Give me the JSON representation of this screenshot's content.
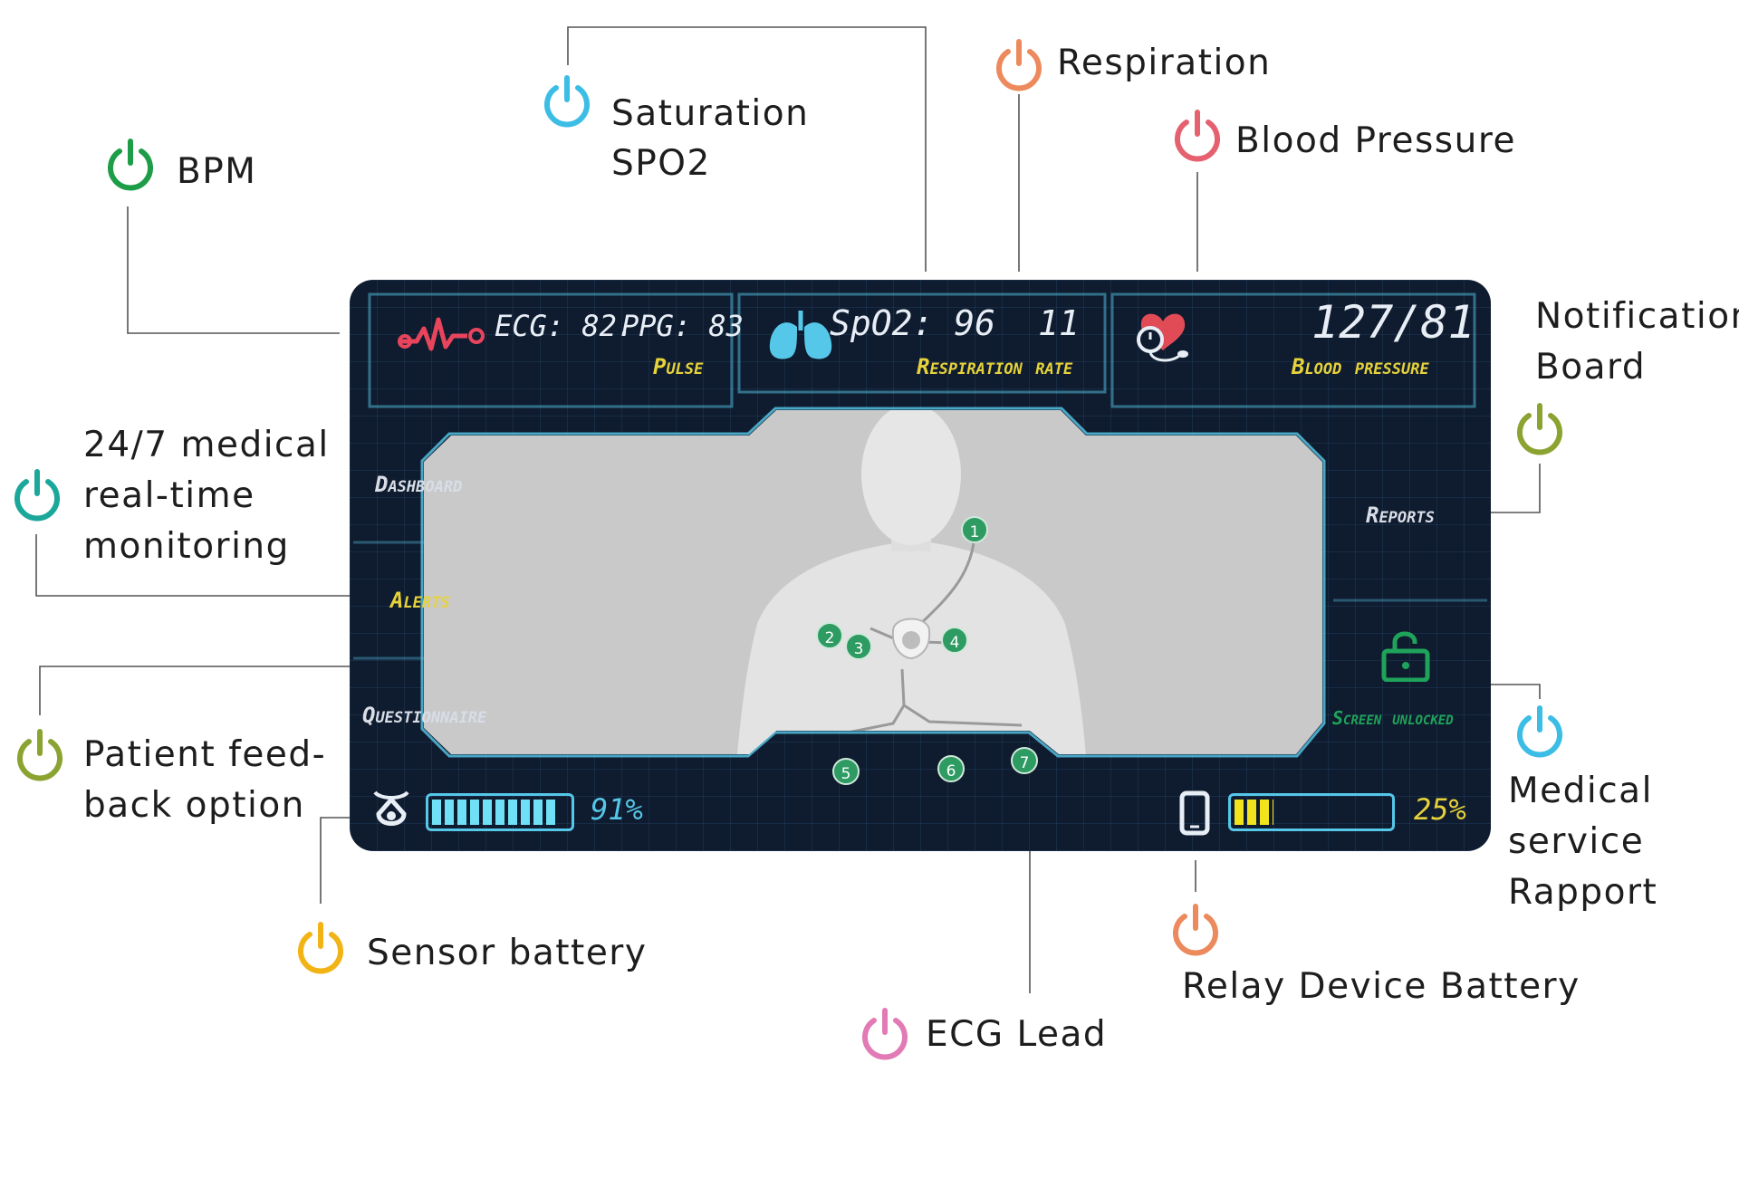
{
  "callouts": {
    "bpm": {
      "text": "BPM",
      "color": "#1e9d48"
    },
    "saturation": {
      "line1": "Saturation",
      "line2": "SPO2",
      "color": "#3bbde6"
    },
    "respiration": {
      "text": "Respiration",
      "color": "#ec8a5d"
    },
    "blood_pressure": {
      "text": "Blood Pressure",
      "color": "#e5616f"
    },
    "notification": {
      "line1": "Notification",
      "line2": "Board",
      "color": "#8ba331"
    },
    "monitoring": {
      "line1": "24/7 medical",
      "line2": "real-time",
      "line3": "monitoring",
      "color": "#1ca79b"
    },
    "patient_feedback": {
      "line1": "Patient feed-",
      "line2": "back option",
      "color": "#8ba331"
    },
    "medical_service": {
      "line1": "Medical",
      "line2": "service",
      "line3": "Rapport",
      "color": "#3bbde6"
    },
    "sensor_battery": {
      "text": "Sensor battery",
      "color": "#f2b415"
    },
    "ecg_lead": {
      "text": "ECG Lead",
      "color": "#e27ab5"
    },
    "relay_battery": {
      "text": "Relay Device Battery",
      "color": "#ec8a5d"
    }
  },
  "screen": {
    "ecg": "ECG: 82.",
    "ppg": "PPG: 83",
    "pulse": "Pulse",
    "spo2": "SpO2: 96",
    "resp_value": "11",
    "resp_label": "Respiration rate",
    "bp_value": "127/81",
    "bp_label": "Blood pressure",
    "menu": [
      "Dashboard",
      "Alerts",
      "Questionnaire"
    ],
    "reports": "Reports",
    "screen_state": "Screen unlocked",
    "sensor_pct": "91%",
    "relay_pct": "25%",
    "sensor_level": 0.91,
    "relay_level": 0.25,
    "leads": [
      "1",
      "2",
      "3",
      "4",
      "5",
      "6",
      "7"
    ],
    "colors": {
      "panel": "#0f1b2e",
      "accent_cyan": "#55c7e8",
      "accent_yellow": "#e6d23a",
      "accent_green": "#1fa35a",
      "alerts": "#e6d23a"
    }
  }
}
